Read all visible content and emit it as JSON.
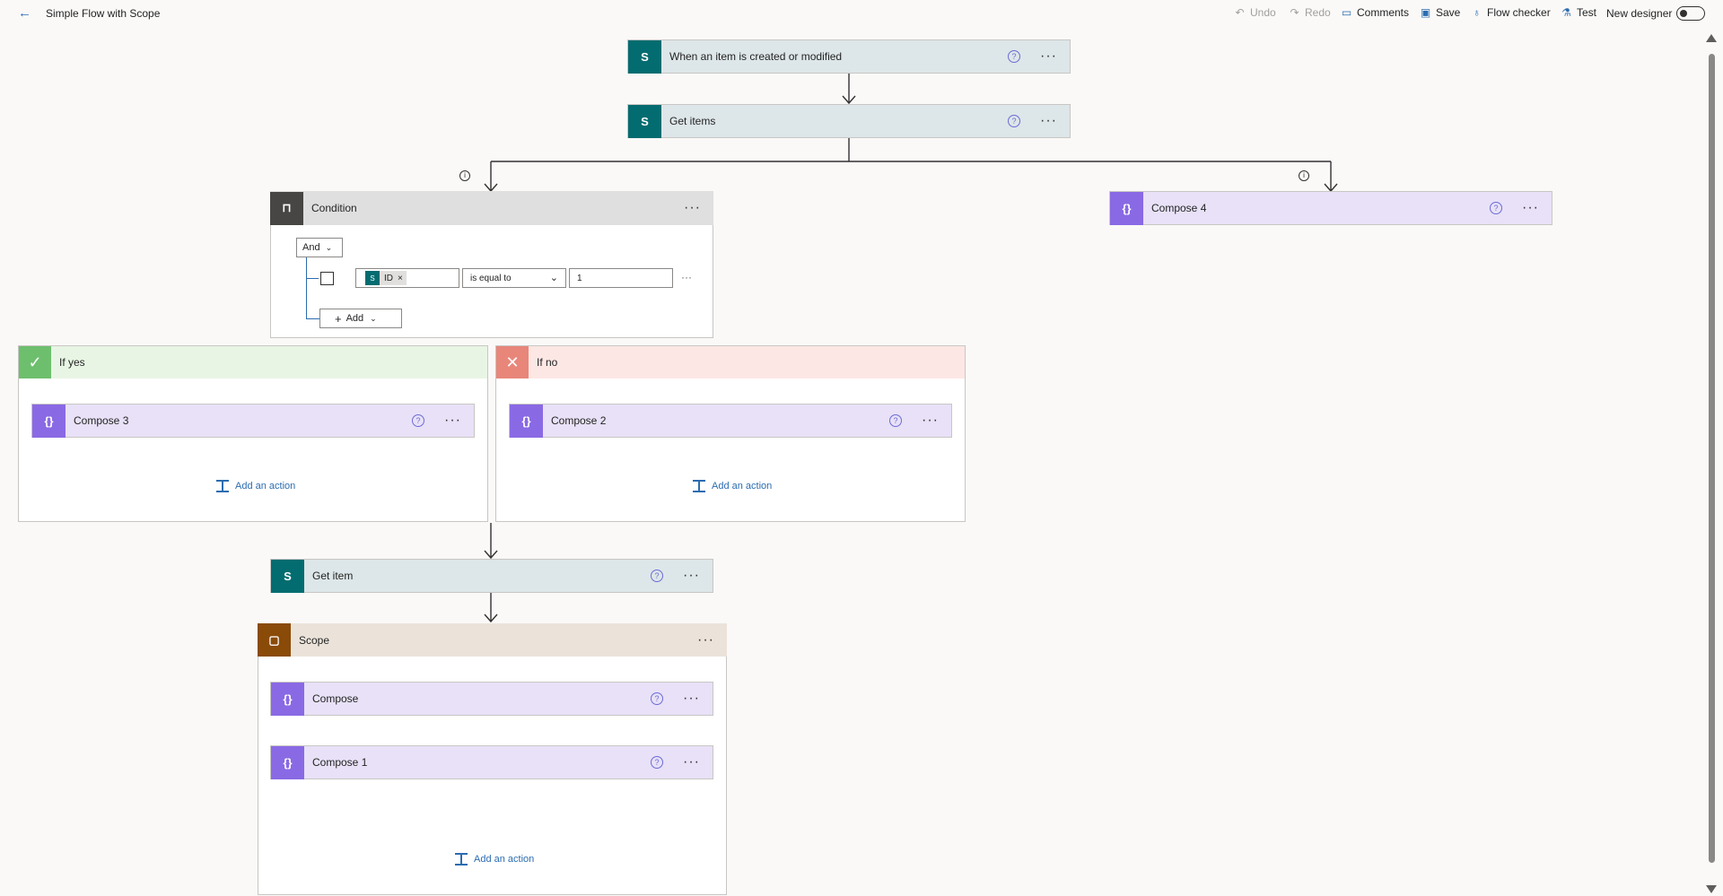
{
  "header": {
    "title": "Simple Flow with Scope",
    "undo": "Undo",
    "redo": "Redo",
    "comments": "Comments",
    "save": "Save",
    "flow_checker": "Flow checker",
    "test": "Test",
    "new_designer": "New designer"
  },
  "flow": {
    "trigger": "When an item is created or modified",
    "get_items": "Get items",
    "condition": {
      "title": "Condition",
      "group_operator": "And",
      "token": "ID",
      "operator": "is equal to",
      "value": "1",
      "add_label": "Add"
    },
    "compose4": "Compose 4",
    "if_yes": {
      "title": "If yes",
      "action": "Compose 3",
      "add_action": "Add an action"
    },
    "if_no": {
      "title": "If no",
      "action": "Compose 2",
      "add_action": "Add an action"
    },
    "get_item": "Get item",
    "scope": {
      "title": "Scope",
      "actions": [
        "Compose",
        "Compose 1"
      ],
      "add_action": "Add an action"
    }
  },
  "colors": {
    "sharepoint": "#036c70",
    "compose": "#8a69e5",
    "condition": "#484644",
    "scope": "#8a4b08",
    "yes": "#6dbf6d",
    "no": "#e8867a",
    "accent": "#2b6cb0"
  }
}
